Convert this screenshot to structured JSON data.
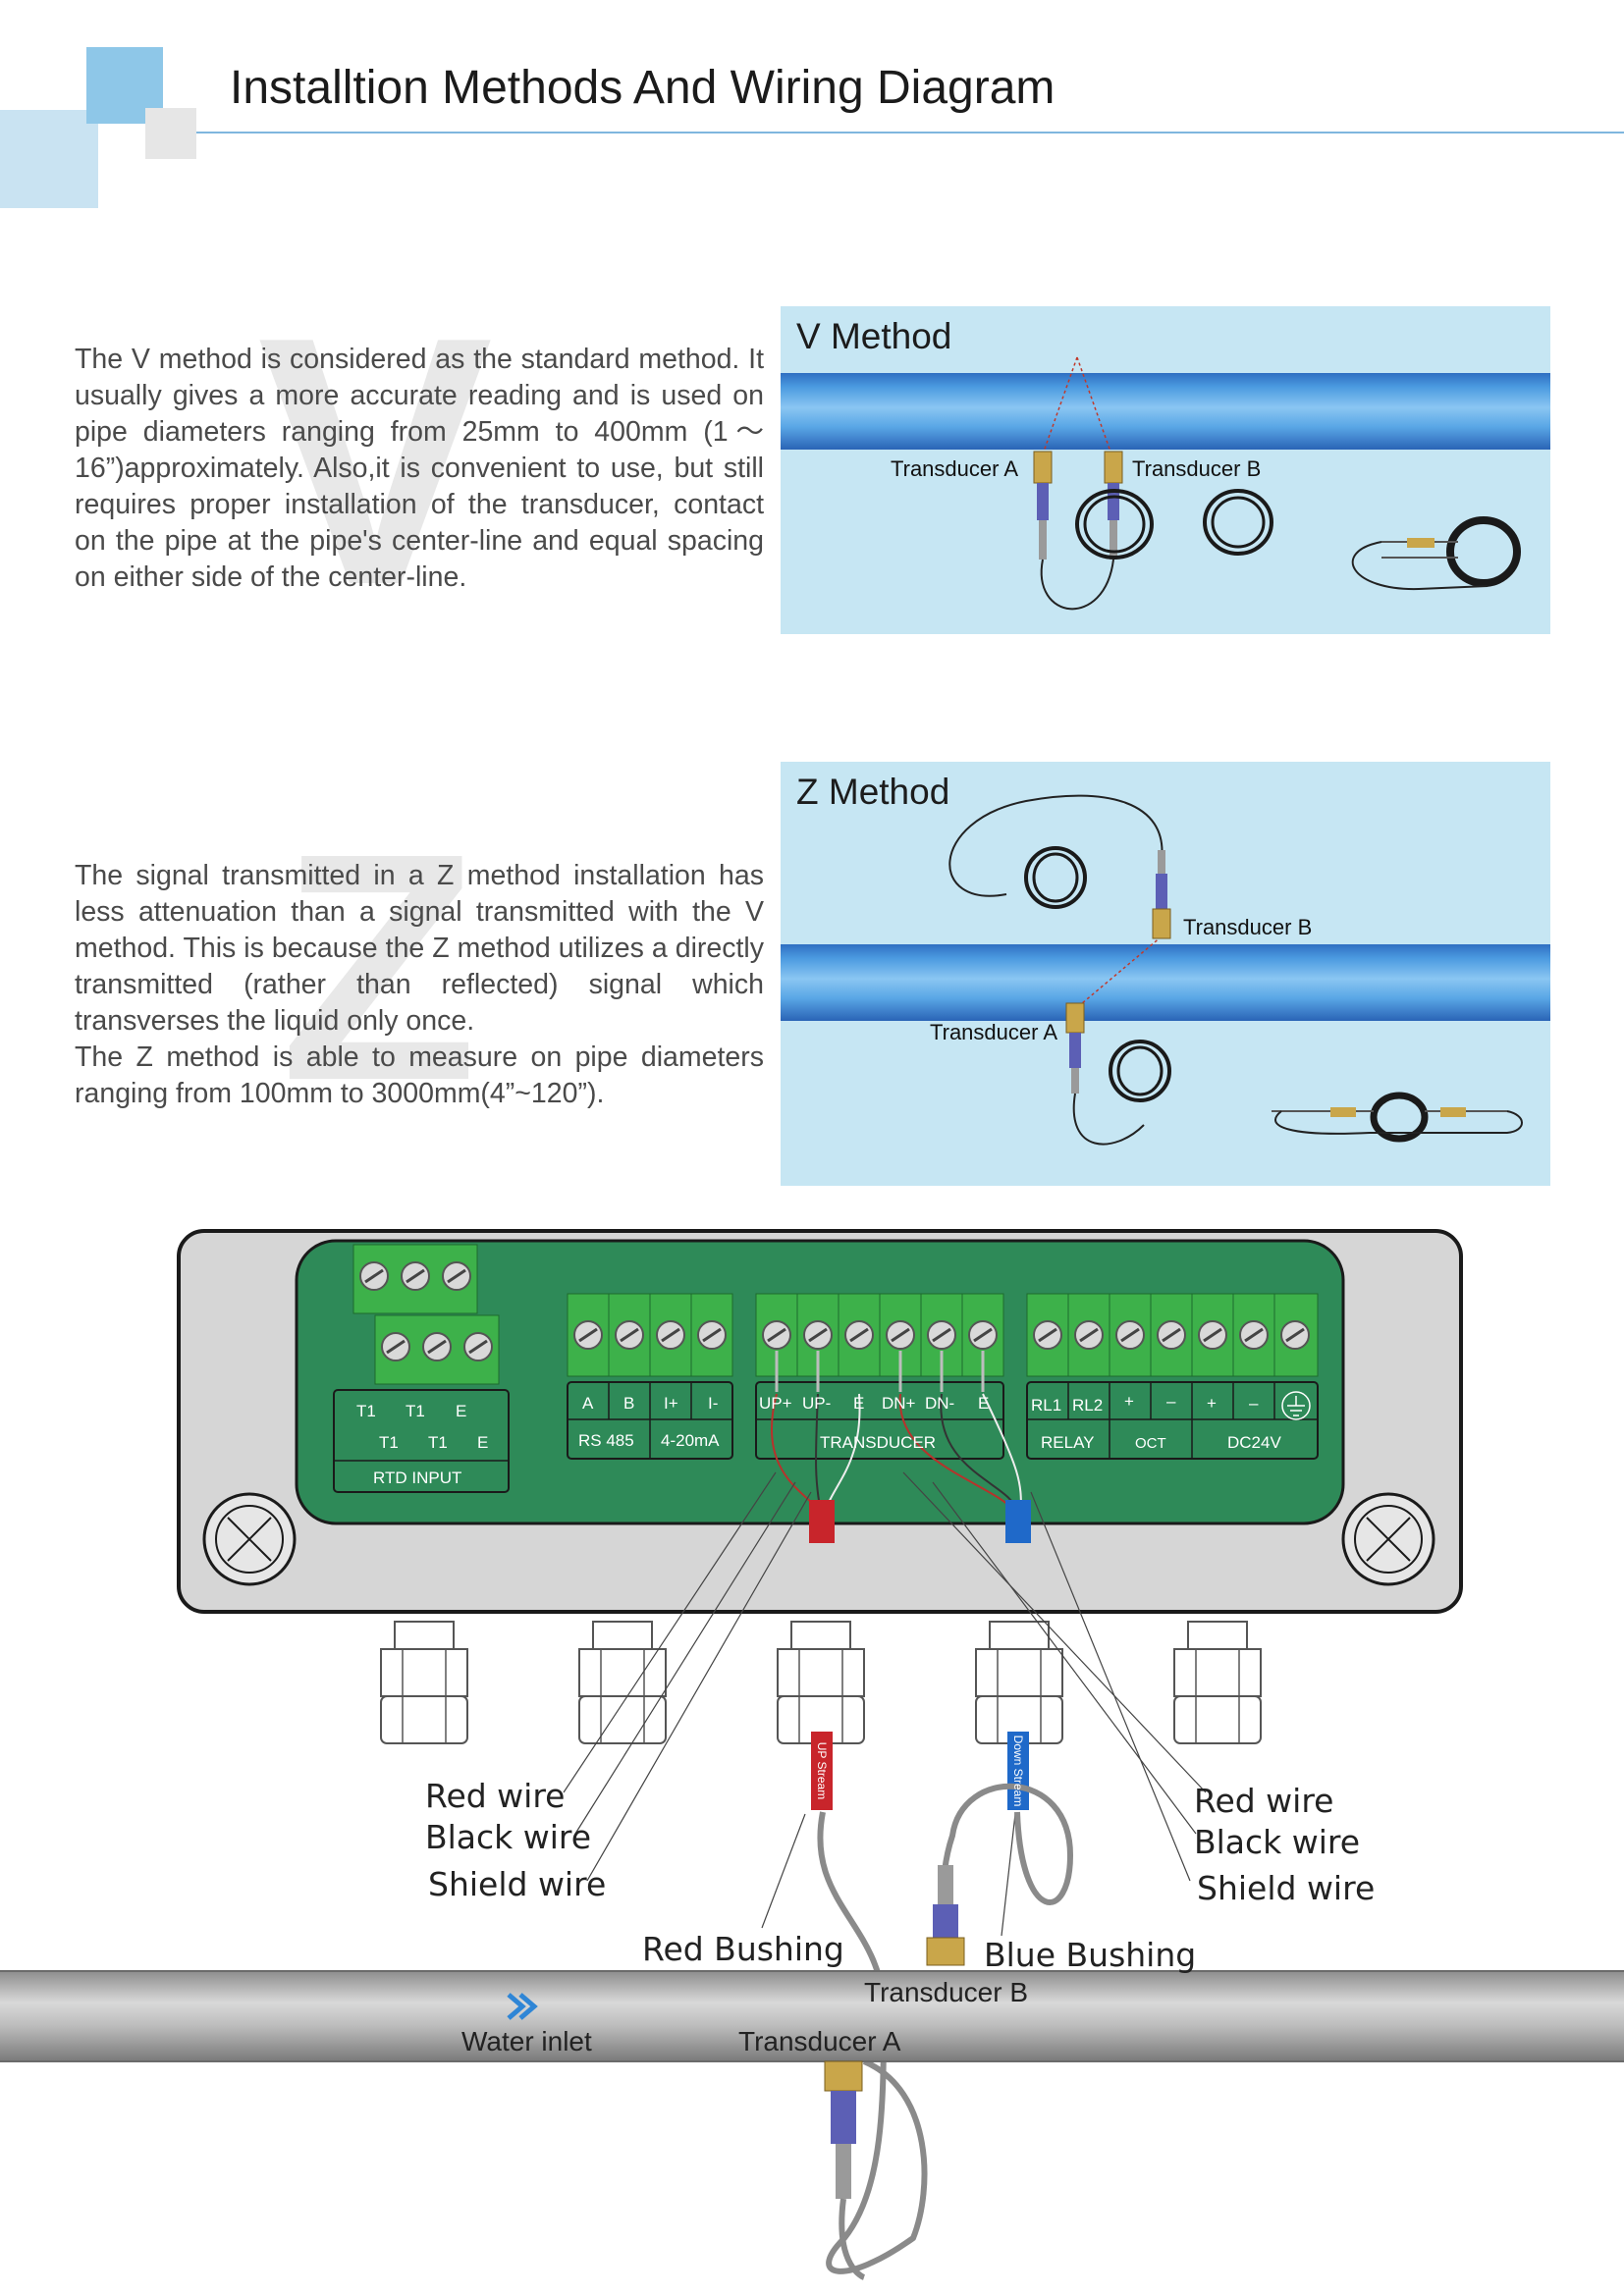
{
  "header": {
    "title": "Installtion Methods And Wiring Diagram"
  },
  "colors": {
    "accent": "#7fb6de",
    "panel_bg": "#c6e6f3",
    "board_green": "#2e8a58",
    "terminal_green": "#3db14a",
    "red_bushing": "#c8252b",
    "blue_bushing": "#1f69c9"
  },
  "v_method": {
    "letter": "V",
    "text": "The V method is considered as the standard method. It usually gives a more accurate reading and is used on pipe diameters ranging from 25mm to 400mm (1～16”)approximately. Also,it is convenient to use, but still requires proper installation of the transducer, contact on the pipe at the pipe's center-line and equal spacing on either side of the center-line.",
    "panel_title": "V Method",
    "label_a": "Transducer A",
    "label_b": "Transducer B"
  },
  "z_method": {
    "letter": "Z",
    "text_1": "The signal transmitted in a Z method installation has less attenuation than a signal transmitted with the V method. This is because the Z method utilizes a directly transmitted (rather than reflected) signal which transverses the liquid only once.",
    "text_2": "The Z method is able to measure on pipe diameters ranging from 100mm to 3000mm(4”~120”).",
    "panel_title": "Z Method",
    "label_a": "Transducer A",
    "label_b": "Transducer B"
  },
  "wiring": {
    "rtd": {
      "row1": [
        "T1",
        "T1",
        "E"
      ],
      "row2": [
        "T1",
        "T1",
        "E"
      ],
      "group": "RTD INPUT"
    },
    "rs485": {
      "pins": [
        "A",
        "B"
      ],
      "group": "RS 485"
    },
    "analog": {
      "pins": [
        "I+",
        "I-"
      ],
      "group": "4-20mA"
    },
    "transducer": {
      "pins": [
        "UP+",
        "UP-",
        "E",
        "DN+",
        "DN-",
        "E"
      ],
      "group": "TRANSDUCER"
    },
    "relay": {
      "pins": [
        "RL1",
        "RL2"
      ],
      "group": "RELAY"
    },
    "oct": {
      "pins": [
        "+",
        "–"
      ],
      "group": "OCT"
    },
    "dc": {
      "pins": [
        "+",
        "–"
      ],
      "group": "DC24V"
    },
    "up_tag": "UP Stream",
    "down_tag": "Down Stream",
    "left_wires": [
      "Red wire",
      "Black wire",
      "Shield wire"
    ],
    "right_wires": [
      "Red wire",
      "Black wire",
      "Shield wire"
    ],
    "red_bushing": "Red Bushing",
    "blue_bushing": "Blue Bushing",
    "transducer_b": "Transducer B",
    "transducer_a": "Transducer A",
    "water_inlet": "Water inlet"
  }
}
